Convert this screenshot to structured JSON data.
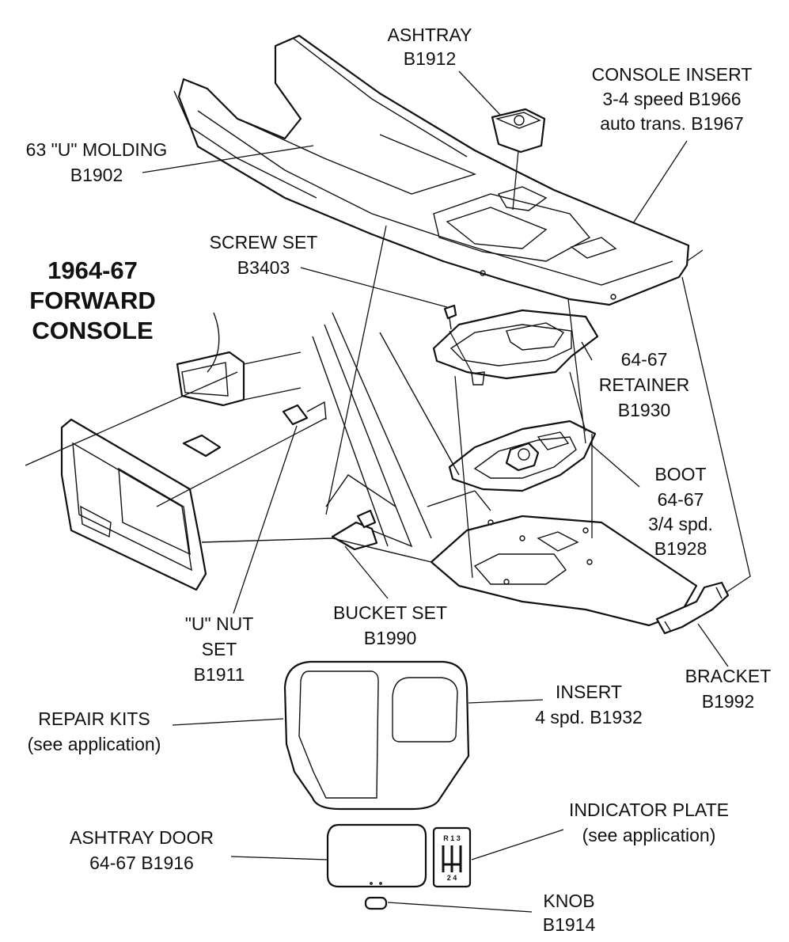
{
  "title": {
    "line1": "1964-67",
    "line2": "FORWARD",
    "line3": "CONSOLE"
  },
  "labels": {
    "ashtray": {
      "name": "ASHTRAY",
      "part": "B1912"
    },
    "console_insert": {
      "name": "CONSOLE INSERT",
      "line2": "3-4 speed  B1966",
      "line3": "auto trans.  B1967"
    },
    "u_molding": {
      "name": "63 \"U\" MOLDING",
      "part": "B1902"
    },
    "screw_set": {
      "name": "SCREW SET",
      "part": "B3403"
    },
    "retainer": {
      "line1": "64-67",
      "line2": "RETAINER",
      "line3": "B1930"
    },
    "boot": {
      "line1": "BOOT",
      "line2": "64-67",
      "line3": "3/4 spd.",
      "line4": "B1928"
    },
    "u_nut_set": {
      "line1": "\"U\" NUT",
      "line2": "SET",
      "line3": "B1911"
    },
    "bucket_set": {
      "name": "BUCKET SET",
      "part": "B1990"
    },
    "bracket": {
      "name": "BRACKET",
      "part": "B1992"
    },
    "insert": {
      "name": "INSERT",
      "line2": "4 spd.  B1932"
    },
    "repair_kits": {
      "name": "REPAIR KITS",
      "line2": "(see application)"
    },
    "indicator_plate": {
      "name": "INDICATOR PLATE",
      "line2": "(see application)"
    },
    "ashtray_door": {
      "name": "ASHTRAY DOOR",
      "line2": "64-67  B1916"
    },
    "knob": {
      "name": "KNOB",
      "part": "B1914"
    }
  },
  "indicator_gears": {
    "top": "R 1 3",
    "bottom": "2 4"
  }
}
